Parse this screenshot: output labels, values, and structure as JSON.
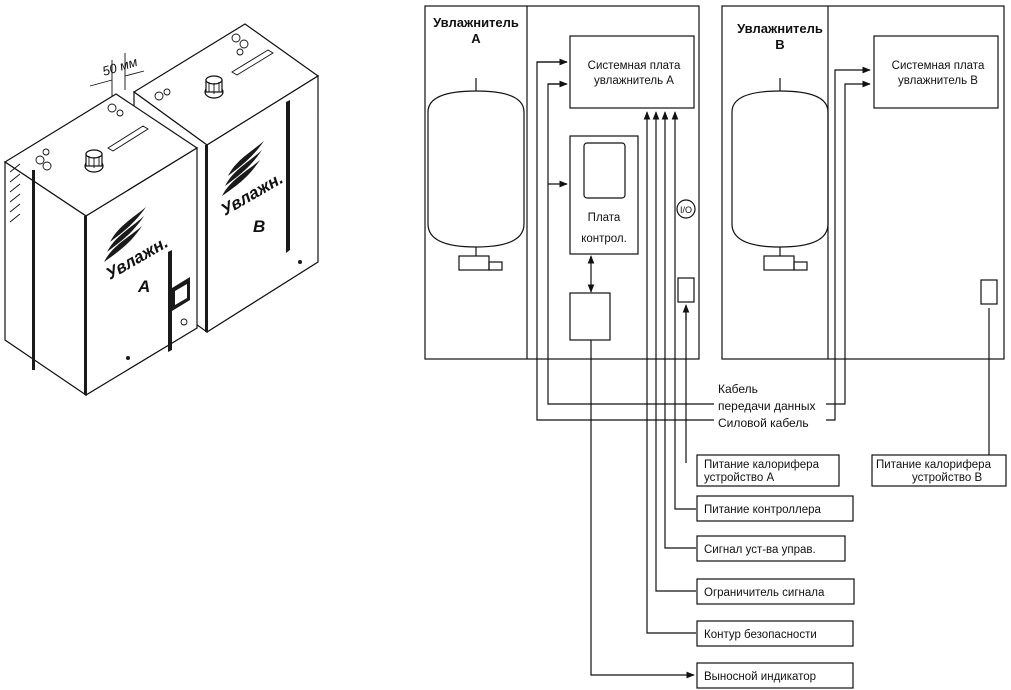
{
  "isometric": {
    "gap_label": "50 мм",
    "unit_a_label_1": "Увлажн.",
    "unit_a_label_2": "A",
    "unit_b_label_1": "Увлажн.",
    "unit_b_label_2": "B"
  },
  "unit_a": {
    "title_line1": "Увлажнитель",
    "title_line2": "A",
    "system_board_line1": "Системная плата",
    "system_board_line2": "увлажнитель A",
    "control_board_line1": "Плата",
    "control_board_line2": "контрол.",
    "io_label": "I/O"
  },
  "unit_b": {
    "title_line1": "Увлажнитель",
    "title_line2": "B",
    "system_board_line1": "Системная плата",
    "system_board_line2": "увлажнитель B"
  },
  "cables": {
    "data_cable_line1": "Кабель",
    "data_cable_line2": "передачи данных",
    "power_cable": "Силовой кабель"
  },
  "terminals": {
    "heater_a_line1": "Питание калорифера",
    "heater_a_line2": "устройство A",
    "heater_b_line1": "Питание калорифера",
    "heater_b_line2": "устройство B",
    "controller_power": "Питание контроллера",
    "control_signal": "Сигнал уст-ва управ.",
    "signal_limiter": "Ограничитель сигнала",
    "safety_loop": "Контур безопасности",
    "remote_indicator": "Выносной индикатор"
  }
}
